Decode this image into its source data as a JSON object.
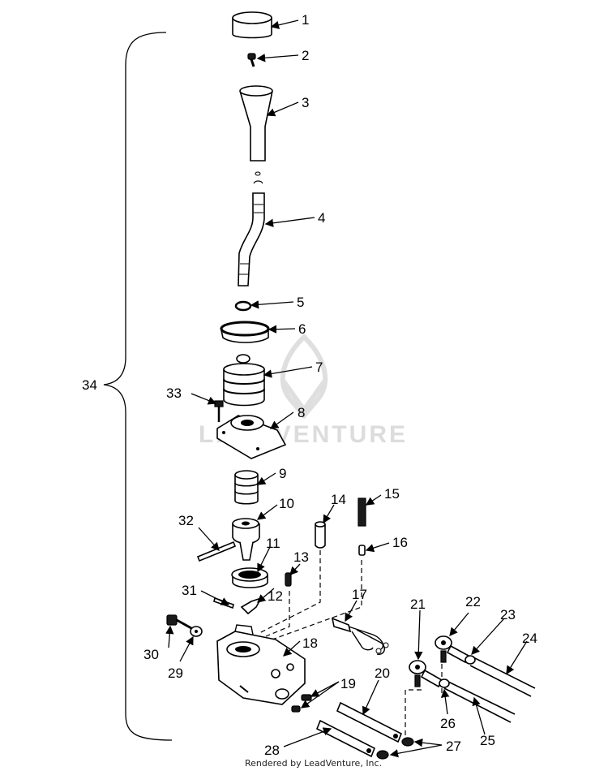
{
  "callouts": [
    "1",
    "2",
    "3",
    "4",
    "5",
    "6",
    "7",
    "8",
    "9",
    "10",
    "11",
    "12",
    "13",
    "14",
    "15",
    "16",
    "17",
    "18",
    "19",
    "20",
    "21",
    "22",
    "23",
    "24",
    "25",
    "26",
    "27",
    "28",
    "29",
    "30",
    "31",
    "32",
    "33",
    "34"
  ],
  "watermark": {
    "text": "LEADVENTURE"
  },
  "footer": {
    "text": "Rendered by LeadVenture, Inc."
  }
}
